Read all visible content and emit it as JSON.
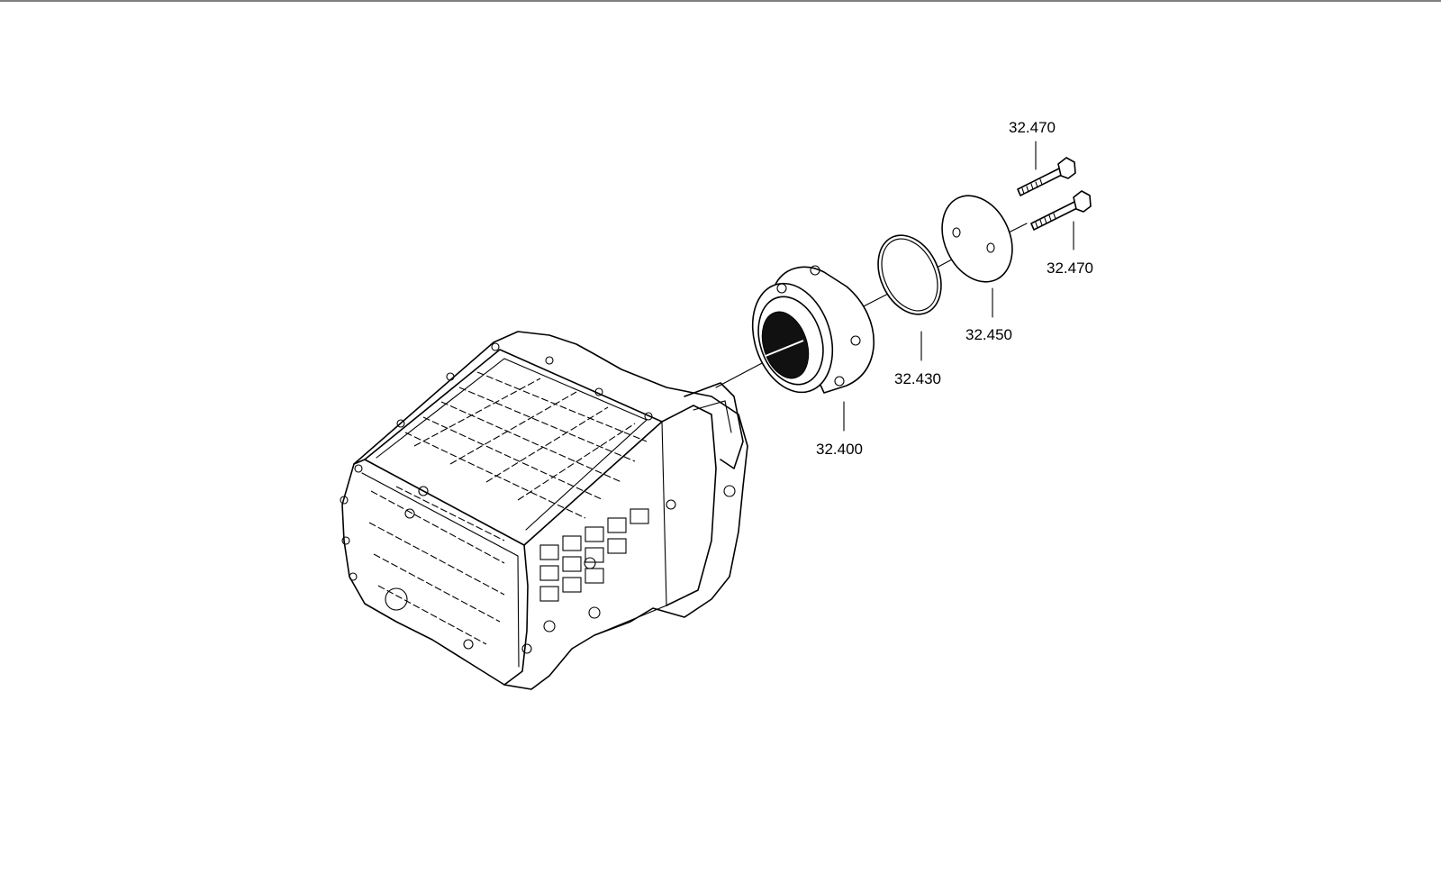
{
  "callouts": {
    "bolt_top": "32.470",
    "bolt_right": "32.470",
    "cover_plate": "32.450",
    "o_ring": "32.430",
    "bearing_housing": "32.400"
  }
}
